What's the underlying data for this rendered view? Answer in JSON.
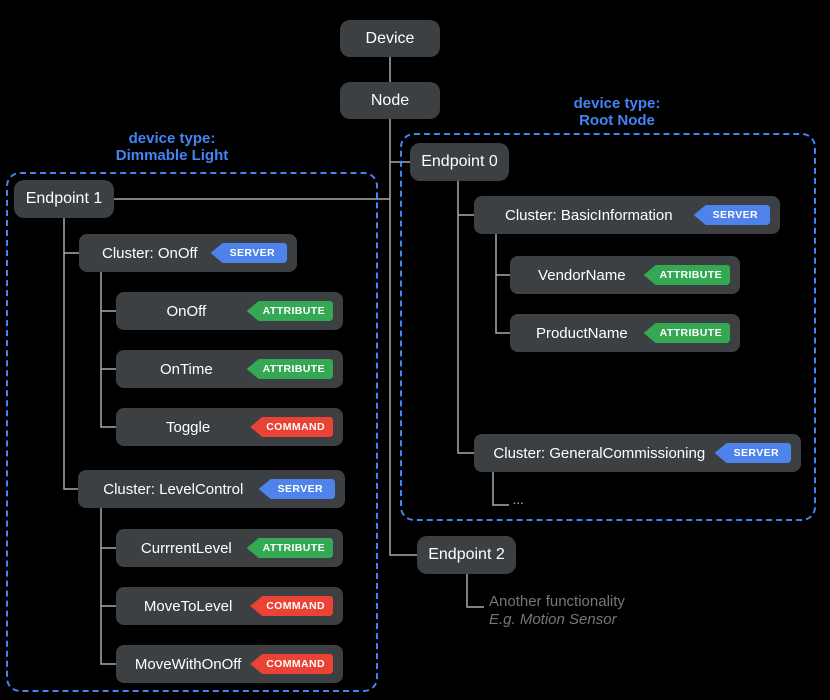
{
  "colors": {
    "canvas-bg": "#000000",
    "box-bg": "#3c4043",
    "box-text": "#ffffff",
    "accent-blue": "#4285f4",
    "badge-blue": "#4d83ea",
    "badge-green": "#34a853",
    "badge-red": "#ea4335",
    "connector": "#a6aaae",
    "note-gray": "#73777c"
  },
  "diagram": {
    "device": {
      "label": "Device"
    },
    "node": {
      "label": "Node"
    },
    "groups": {
      "dimmable": {
        "caption_line1": "device type:",
        "caption_line2": "Dimmable Light"
      },
      "root": {
        "caption_line1": "device type:",
        "caption_line2": "Root Node"
      }
    },
    "endpoint1": {
      "label": "Endpoint 1",
      "cluster_onoff": {
        "label": "Cluster: OnOff",
        "badge": "SERVER"
      },
      "onoff": {
        "label": "OnOff",
        "badge": "ATTRIBUTE"
      },
      "ontime": {
        "label": "OnTime",
        "badge": "ATTRIBUTE"
      },
      "toggle": {
        "label": "Toggle",
        "badge": "COMMAND"
      },
      "cluster_levelcontrol": {
        "label": "Cluster: LevelControl",
        "badge": "SERVER"
      },
      "currrentlevel": {
        "label": "CurrrentLevel",
        "badge": "ATTRIBUTE"
      },
      "movetolevel": {
        "label": "MoveToLevel",
        "badge": "COMMAND"
      },
      "movewithonoff": {
        "label": "MoveWithOnOff",
        "badge": "COMMAND"
      }
    },
    "endpoint0": {
      "label": "Endpoint 0",
      "cluster_basicinformation": {
        "label": "Cluster: BasicInformation",
        "badge": "SERVER"
      },
      "vendorname": {
        "label": "VendorName",
        "badge": "ATTRIBUTE"
      },
      "productname": {
        "label": "ProductName",
        "badge": "ATTRIBUTE"
      },
      "cluster_generalcommissioning": {
        "label": "Cluster: GeneralCommissioning",
        "badge": "SERVER"
      },
      "ellipsis": "..."
    },
    "endpoint2": {
      "label": "Endpoint 2",
      "note_line1": "Another functionality",
      "note_line2": "E.g. Motion Sensor"
    }
  }
}
